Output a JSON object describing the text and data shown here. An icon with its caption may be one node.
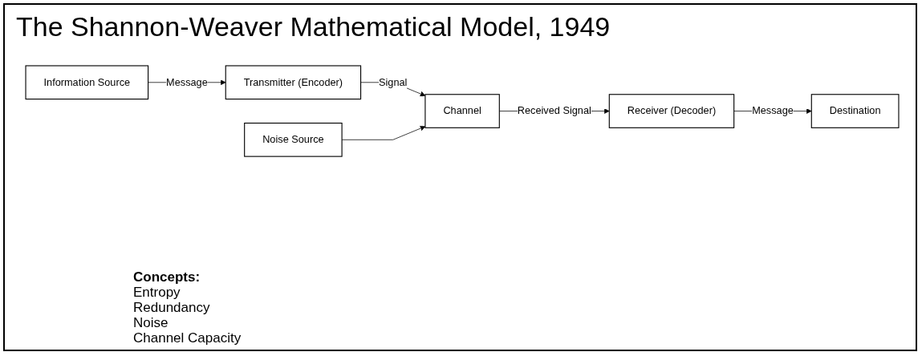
{
  "diagram": {
    "title": "The Shannon-Weaver Mathematical Model, 1949",
    "nodes": [
      {
        "text": [
          "Information Source"
        ]
      },
      {
        "text": [
          "Transmitter (Encoder)"
        ]
      },
      {
        "text": [
          "Channel"
        ]
      },
      {
        "text": [
          "Receiver (Decoder)"
        ]
      },
      {
        "text": [
          "Destination"
        ]
      },
      {
        "text": [
          "Noise Source"
        ]
      }
    ],
    "edges": [
      {
        "from": 0,
        "to": 1,
        "arrow": "to",
        "label": "Message"
      },
      {
        "from": 1,
        "to": 2,
        "arrow": "to",
        "label": "Signal"
      },
      {
        "from": 2,
        "to": 3,
        "arrow": "to",
        "label": "Received Signal"
      },
      {
        "from": 3,
        "to": 4,
        "arrow": "to",
        "label": "Message"
      },
      {
        "from": 5,
        "to": 2,
        "arrow": "to"
      }
    ],
    "labels": [
      "Concepts:",
      "Entropy",
      "Redundancy",
      "Noise",
      "Channel Capacity"
    ]
  }
}
